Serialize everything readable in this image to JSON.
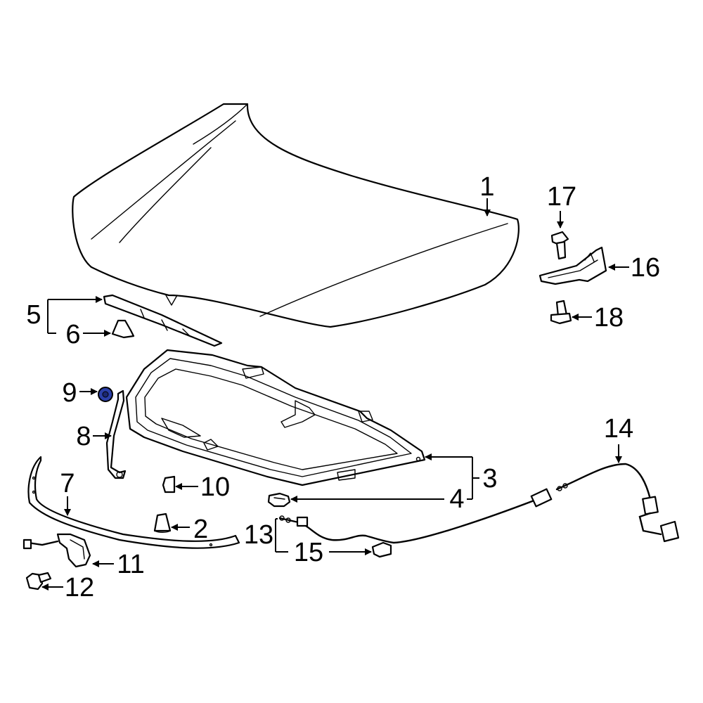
{
  "callouts": [
    {
      "id": "1",
      "text": "1"
    },
    {
      "id": "2",
      "text": "2"
    },
    {
      "id": "3",
      "text": "3"
    },
    {
      "id": "4",
      "text": "4"
    },
    {
      "id": "5",
      "text": "5"
    },
    {
      "id": "6",
      "text": "6"
    },
    {
      "id": "7",
      "text": "7"
    },
    {
      "id": "8",
      "text": "8"
    },
    {
      "id": "9",
      "text": "9"
    },
    {
      "id": "10",
      "text": "10"
    },
    {
      "id": "11",
      "text": "11"
    },
    {
      "id": "12",
      "text": "12"
    },
    {
      "id": "13",
      "text": "13"
    },
    {
      "id": "14",
      "text": "14"
    },
    {
      "id": "15",
      "text": "15"
    },
    {
      "id": "16",
      "text": "16"
    },
    {
      "id": "17",
      "text": "17"
    },
    {
      "id": "18",
      "text": "18"
    }
  ],
  "colors": {
    "line": "#000000",
    "background": "#ffffff",
    "highlight": "#2b3fa8"
  }
}
